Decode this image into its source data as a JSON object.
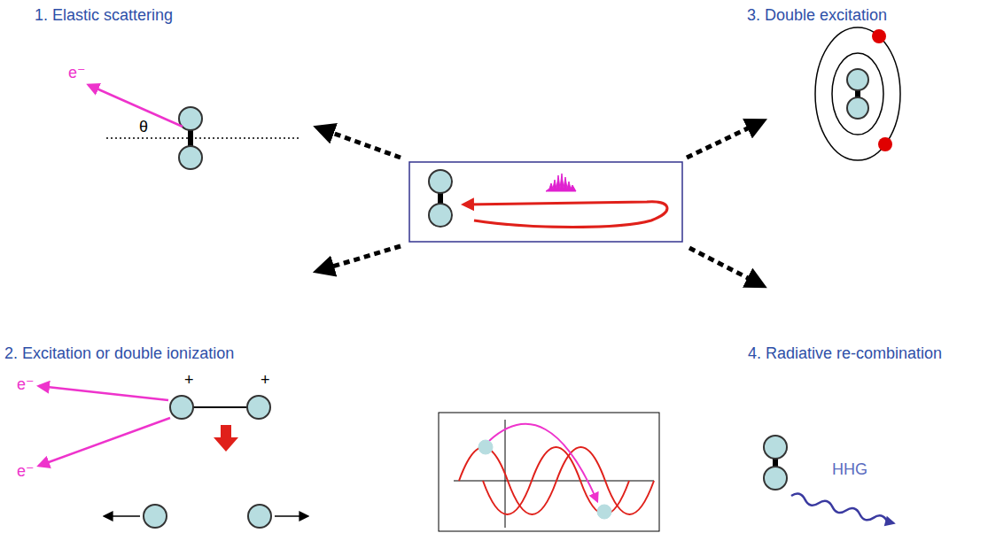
{
  "diagram": {
    "labels": [
      "1. Elastic scattering",
      "3. Double excitation",
      "e⁻",
      "θ",
      "2. Excitation or double ionization",
      "4. Radiative re-combination",
      "e⁻",
      "e⁻",
      "+",
      "+",
      "HHG"
    ]
  }
}
